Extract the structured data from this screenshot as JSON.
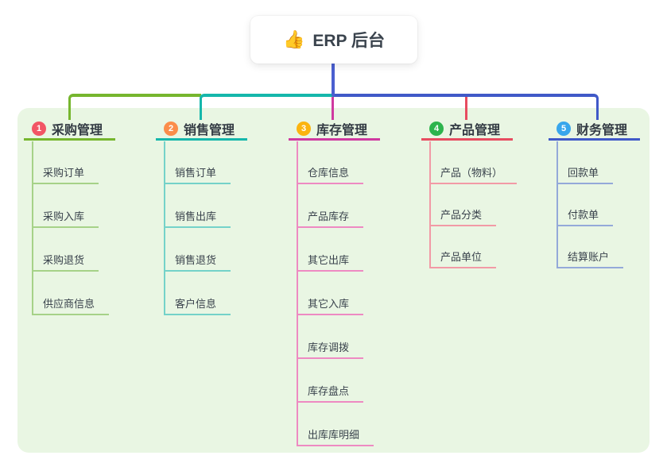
{
  "root": {
    "icon": "thumbs-up",
    "icon_char": "👍",
    "label": "ERP 后台"
  },
  "colors": {
    "panel_bg": "#e9f6e3",
    "root_connector": "#4a5fd0",
    "card_bg": "#ffffff",
    "heading_text": "#333b44",
    "item_text": "#39424c"
  },
  "branches": [
    {
      "badge": "1",
      "badge_color": "#f25565",
      "title": "采购管理",
      "color": "#76b62e",
      "light": "#a6d288",
      "children": [
        "采购订单",
        "采购入库",
        "采购退货",
        "供应商信息"
      ]
    },
    {
      "badge": "2",
      "badge_color": "#fb8d4a",
      "title": "销售管理",
      "color": "#15b7ab",
      "light": "#74d2c9",
      "children": [
        "销售订单",
        "销售出库",
        "销售退货",
        "客户信息"
      ]
    },
    {
      "badge": "3",
      "badge_color": "#fbb40f",
      "title": "库存管理",
      "color": "#cf3aa0",
      "light": "#ee8ac2",
      "children": [
        "仓库信息",
        "产品库存",
        "其它出库",
        "其它入库",
        "库存调拨",
        "库存盘点",
        "出库库明细"
      ]
    },
    {
      "badge": "4",
      "badge_color": "#2db44d",
      "title": "产品管理",
      "color": "#e74c60",
      "light": "#f29aa6",
      "children": [
        "产品（物料）",
        "产品分类",
        "产品单位"
      ]
    },
    {
      "badge": "5",
      "badge_color": "#38a6ec",
      "title": "财务管理",
      "color": "#4059c8",
      "light": "#94a9d9",
      "children": [
        "回款单",
        "付款单",
        "结算账户"
      ]
    }
  ]
}
